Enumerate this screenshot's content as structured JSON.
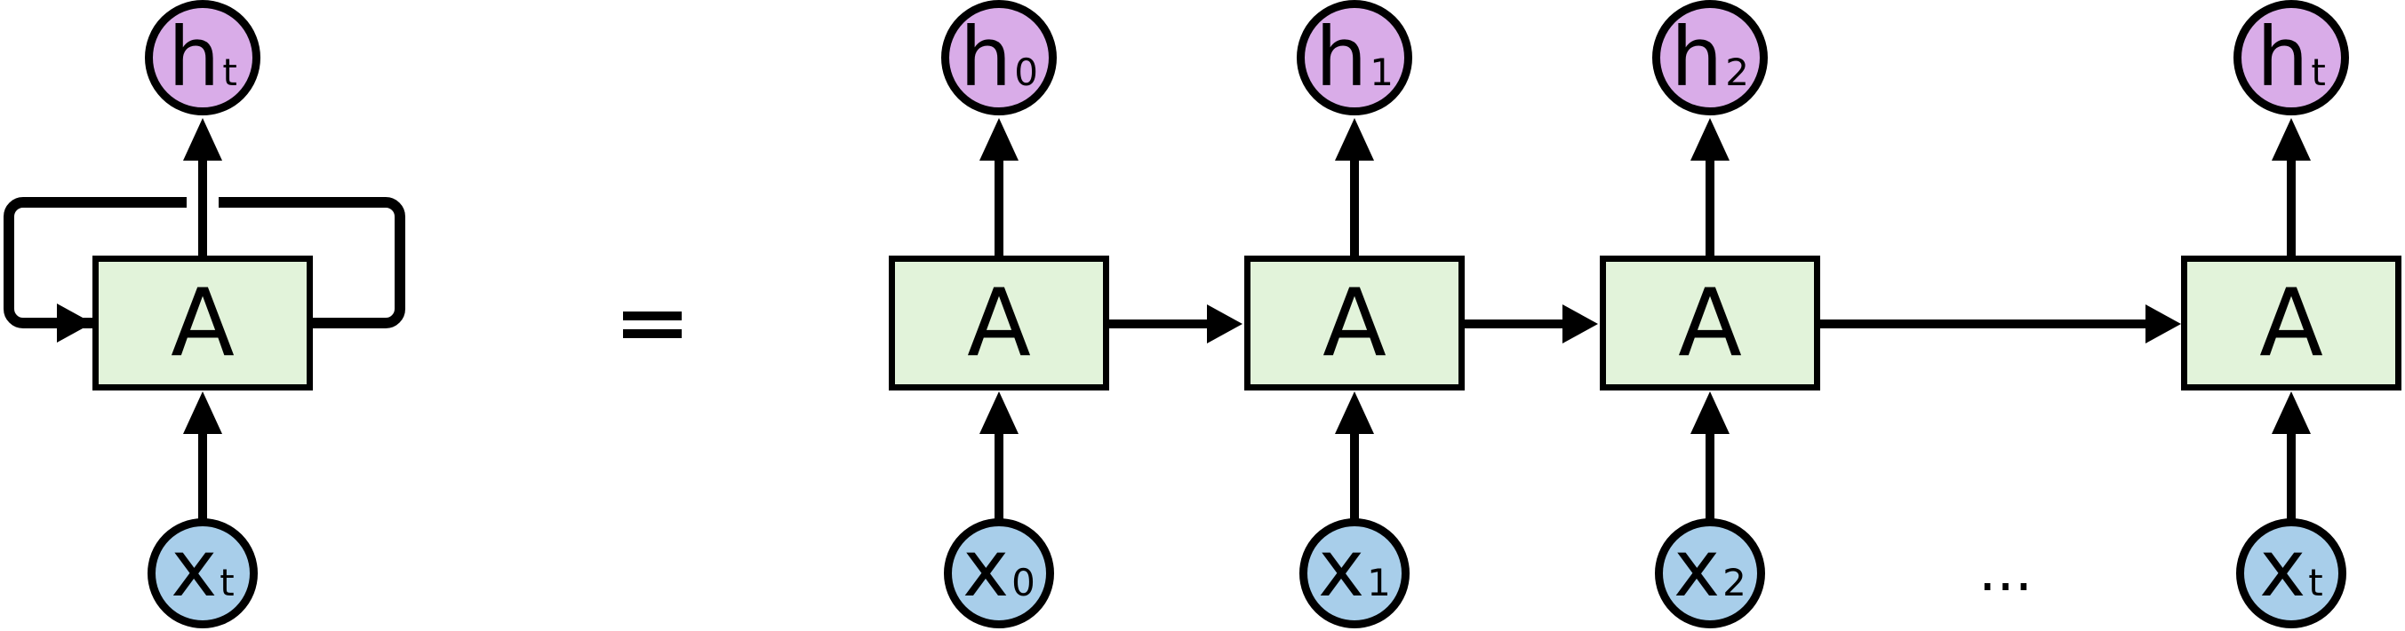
{
  "diagram_type": "recurrent-neural-network-unrolled",
  "colors": {
    "hidden-fill": "#D9ACE8",
    "input-fill": "#A8CEEA",
    "cell-fill": "#E2F3DA",
    "line": "#000000"
  },
  "rolled": {
    "h_main": "h",
    "h_sub": "t",
    "a": "A",
    "x_main": "x",
    "x_sub": "t"
  },
  "equals": "=",
  "ellipsis": "...",
  "cells": [
    {
      "h_main": "h",
      "h_sub": "0",
      "a": "A",
      "x_main": "x",
      "x_sub": "0"
    },
    {
      "h_main": "h",
      "h_sub": "1",
      "a": "A",
      "x_main": "x",
      "x_sub": "1"
    },
    {
      "h_main": "h",
      "h_sub": "2",
      "a": "A",
      "x_main": "x",
      "x_sub": "2"
    },
    {
      "h_main": "h",
      "h_sub": "t",
      "a": "A",
      "x_main": "x",
      "x_sub": "t"
    }
  ]
}
